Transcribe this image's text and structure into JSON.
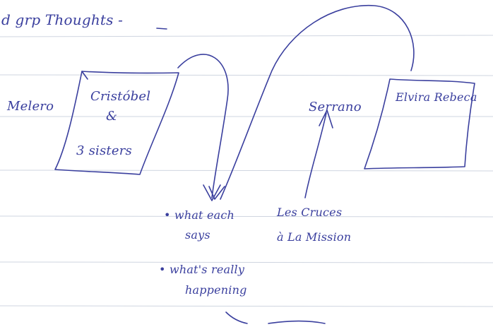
{
  "note": {
    "title": "d grp Thoughts -",
    "labels": {
      "melero": "Melero",
      "cristobel_line1": "Cristóbel",
      "cristobel_line2": "&",
      "cristobel_line3": "3 sisters",
      "serrano": "Serrano",
      "elviro_rebeca": "Elvira Rebeca",
      "what_each_says_line1": "• what each",
      "what_each_says_line2": "says",
      "les_cruces_line1": "Les Cruces",
      "les_cruces_line2": "à La Mission",
      "whats_really_line1": "• what's really",
      "whats_really_line2": "happening"
    },
    "colors": {
      "ink": "#3a3f9e",
      "rule_line": "#cfd5e0"
    }
  }
}
